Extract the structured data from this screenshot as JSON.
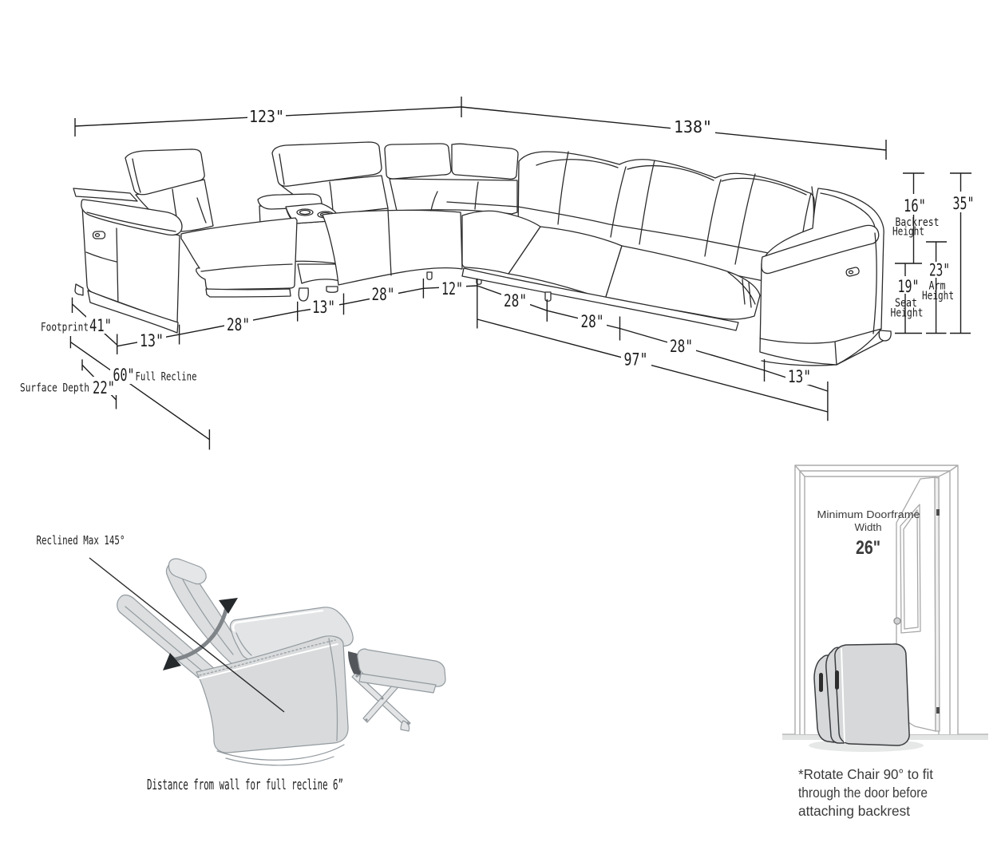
{
  "sofa_diagram": {
    "top_dims": {
      "left": "123\"",
      "right": "138\""
    },
    "height_dims": {
      "backrest": {
        "value": "16\"",
        "label_line1": "Backrest",
        "label_line2": "Height"
      },
      "total": {
        "value": "35\""
      },
      "seat": {
        "value": "19\"",
        "label_line1": "Seat",
        "label_line2": "Height"
      },
      "arm": {
        "value": "23\"",
        "label_line1": "Arm",
        "label_line2": "Height"
      }
    },
    "front_dims": [
      "13\"",
      "28\"",
      "13\"",
      "28\"",
      "12\"",
      "28\"",
      "28\"",
      "28\""
    ],
    "right_total": "97\"",
    "right_end": "13\"",
    "depth_dims": {
      "footprint": {
        "label": "Footprint",
        "value": "41\""
      },
      "surface_depth": {
        "label": "Surface Depth",
        "value": "22\""
      },
      "full_recline": {
        "value": "60\"",
        "label": "Full Recline"
      }
    }
  },
  "recliner_diagram": {
    "angle_label": "Reclined Max 145°",
    "wall_label": "Distance from wall for full recline 6”"
  },
  "door_diagram": {
    "title_line1": "Minimum Doorframe",
    "title_line2": "Width",
    "value": "26\"",
    "note_line1": "*Rotate Chair 90° to fit",
    "note_line2": "through the door before",
    "note_line3": "attaching backrest"
  },
  "colors": {
    "line": "#2b2b2b",
    "soft_gray": "#9aa0a5",
    "fill_gray": "#d8dadb",
    "accent_dark": "#3a3d40"
  }
}
